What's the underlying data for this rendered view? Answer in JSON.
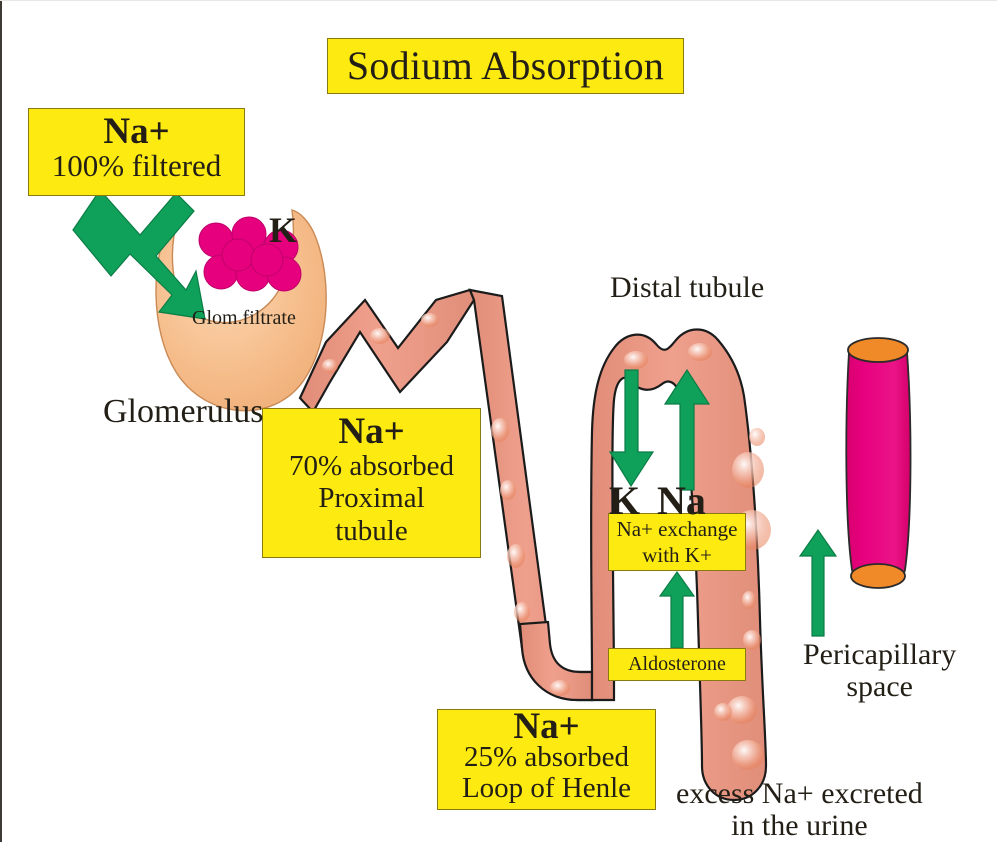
{
  "diagram": {
    "title": "Sodium Absorption",
    "colors": {
      "label_fill": "#FCEA10",
      "label_border": "#8a7a10",
      "arrow_green": "#0FA05A",
      "tubule_salmon": "#EC9784",
      "capsule_peach": "#F6BE8C",
      "potassium_magenta": "#E6007E",
      "capillary_magenta": "#E6007E",
      "capillary_end_orange": "#F08A28",
      "text": "#231f16"
    },
    "boxes": {
      "filtered": {
        "heading": "Na+",
        "line1": "100% filtered"
      },
      "proximal": {
        "heading": "Na+",
        "line1": "70% absorbed",
        "line2": "Proximal",
        "line3": "tubule"
      },
      "henle": {
        "heading": "Na+",
        "line1": "25% absorbed",
        "line2": "Loop of Henle"
      },
      "exchange": {
        "line1": "Na+ exchange",
        "line2": "with K+"
      },
      "aldosterone": {
        "line1": "Aldosterone"
      }
    },
    "labels": {
      "glomerulus": "Glomerulus",
      "glom_filtrate": "Glom.filtrate",
      "potassium_glomerulus": "K",
      "distal_tubule": "Distal tubule",
      "potassium_distal": "K",
      "sodium_distal": "Na",
      "pericapillary": "Pericapillary\nspace",
      "excess_excreted": "excess Na+ excreted\nin the urine"
    }
  }
}
